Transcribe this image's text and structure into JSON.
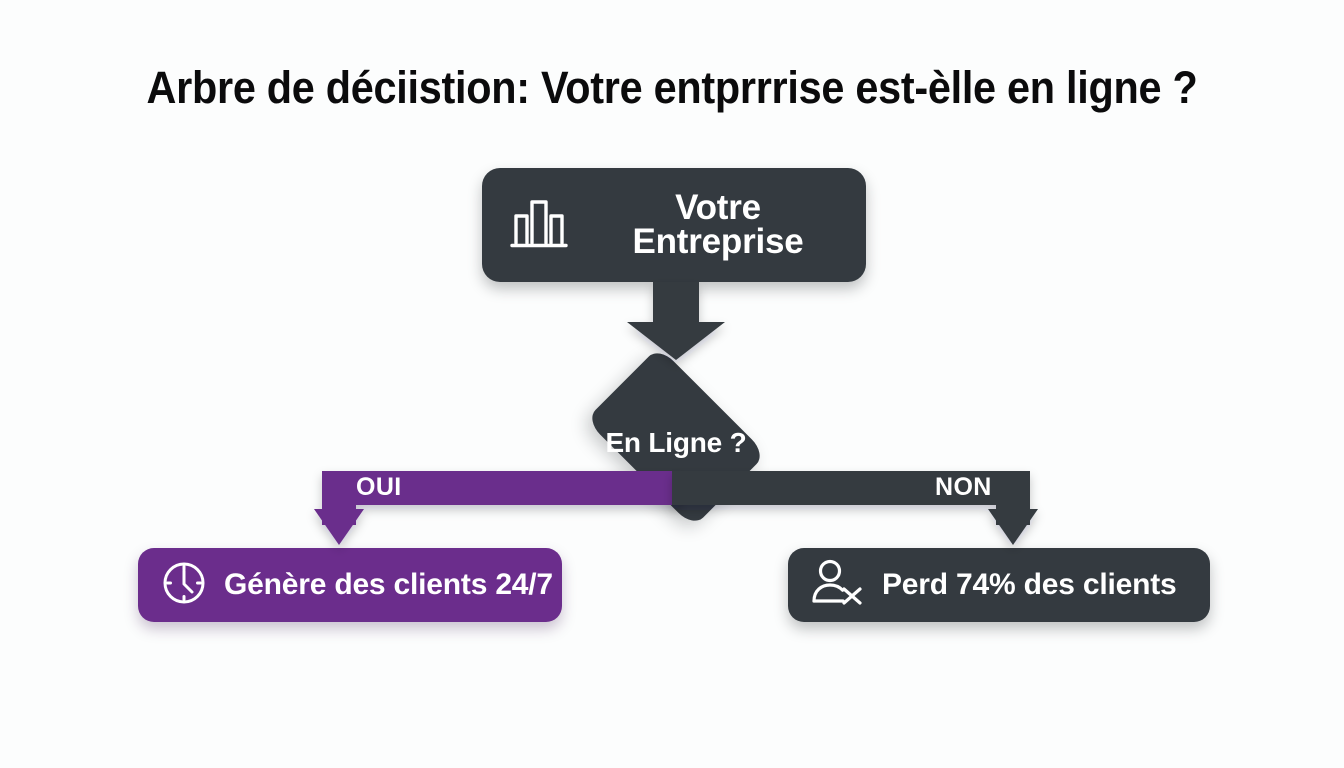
{
  "page": {
    "title": "Arbre de déciistion: Votre entprrrise est-èlle en ligne ?",
    "background_color": "#fcfdfd"
  },
  "colors": {
    "dark": "#343a40",
    "purple": "#6b2d8c",
    "text_light": "#ffffff",
    "title_text": "#0b0b0c"
  },
  "diagram": {
    "type": "decision-tree",
    "root": {
      "icon": "buildings-icon",
      "label_line1": "Votre",
      "label_line2": "Entreprise",
      "color": "#343a40"
    },
    "decision": {
      "label": "En Ligne ?",
      "color": "#343a40"
    },
    "branches": [
      {
        "label": "OUI",
        "color": "#6b2d8c",
        "direction": "left",
        "outcome": {
          "icon": "clock-icon",
          "label": "Génère des clients 24/7",
          "color": "#6b2d8c"
        }
      },
      {
        "label": "NON",
        "color": "#343a40",
        "direction": "right",
        "outcome": {
          "icon": "user-remove-icon",
          "label": "Perd 74% des clients",
          "color": "#343a40"
        }
      }
    ]
  }
}
